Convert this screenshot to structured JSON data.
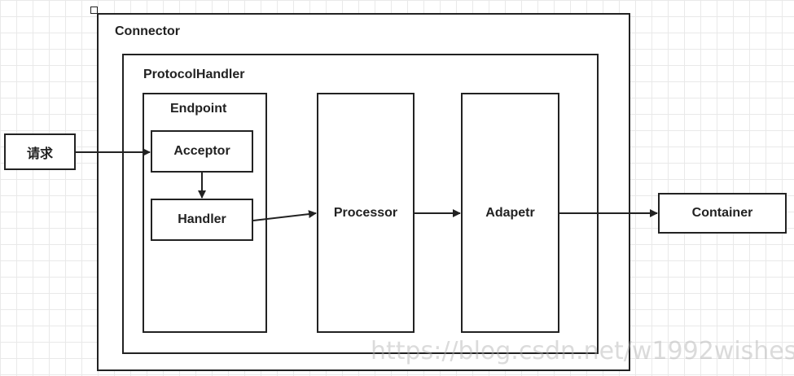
{
  "diagram": {
    "connector": "Connector",
    "protocol_handler": "ProtocolHandler",
    "endpoint": "Endpoint",
    "acceptor": "Acceptor",
    "handler": "Handler",
    "processor": "Processor",
    "adapter": "Adapetr",
    "request": "请求",
    "container": "Container"
  },
  "watermark": "https://blog.csdn.net/w1992wishes"
}
